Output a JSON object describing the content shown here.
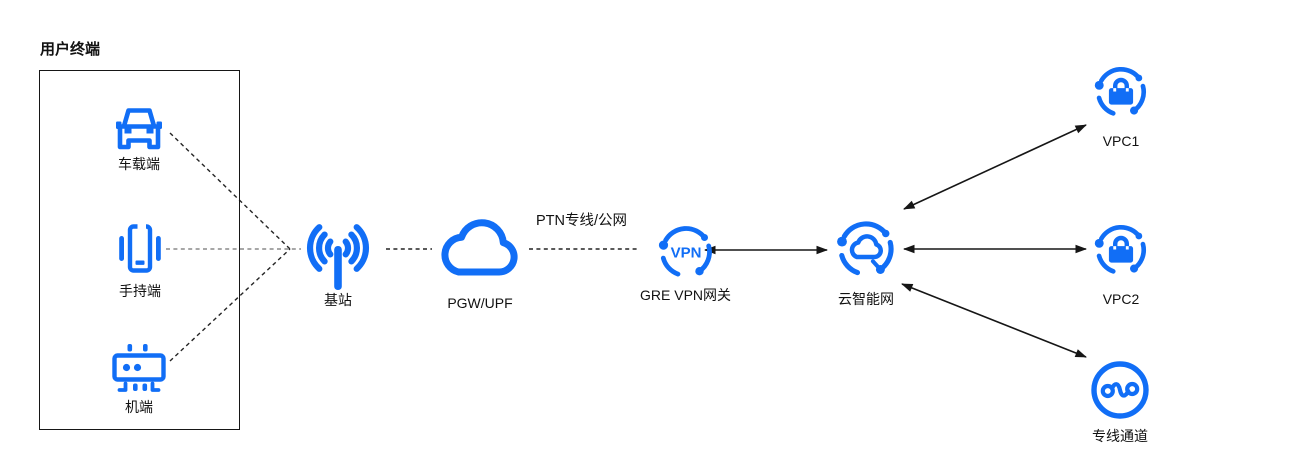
{
  "colors": {
    "icon_blue": "#116ef6",
    "line_color": "#1a1a1a",
    "text_color": "#111111"
  },
  "diagram": {
    "group": {
      "title": "用户终端"
    },
    "nodes": {
      "vehicle": {
        "label": "车载端",
        "icon": "car-icon"
      },
      "handheld": {
        "label": "手持端",
        "icon": "phone-icon"
      },
      "machine": {
        "label": "机端",
        "icon": "chip-icon"
      },
      "base_station": {
        "label": "基站",
        "icon": "antenna-icon"
      },
      "pgw_upf": {
        "label": "PGW/UPF",
        "icon": "cloud-icon"
      },
      "vpn_gateway": {
        "label": "GRE VPN网关",
        "icon": "vpn-ring-icon",
        "icon_text": "VPN"
      },
      "cloud_smart_net": {
        "label": "云智能网",
        "icon": "cloud-network-icon"
      },
      "vpc1": {
        "label": "VPC1",
        "icon": "vpc-lock-icon"
      },
      "vpc2": {
        "label": "VPC2",
        "icon": "vpc-lock-icon"
      },
      "leased_line": {
        "label": "专线通道",
        "icon": "direct-connect-icon"
      }
    },
    "edge_labels": {
      "ptn": "PTN专线/公网"
    },
    "connections": [
      {
        "from": "vehicle",
        "to": "base_station",
        "style": "dashed",
        "arrows": "none"
      },
      {
        "from": "handheld",
        "to": "base_station",
        "style": "dashed",
        "arrows": "none"
      },
      {
        "from": "machine",
        "to": "base_station",
        "style": "dashed",
        "arrows": "none"
      },
      {
        "from": "base_station",
        "to": "pgw_upf",
        "style": "dashed",
        "arrows": "none"
      },
      {
        "from": "pgw_upf",
        "to": "vpn_gateway",
        "style": "dashed",
        "arrows": "none",
        "label": "PTN专线/公网"
      },
      {
        "from": "vpn_gateway",
        "to": "cloud_smart_net",
        "style": "solid",
        "arrows": "both"
      },
      {
        "from": "cloud_smart_net",
        "to": "vpc1",
        "style": "solid",
        "arrows": "both"
      },
      {
        "from": "cloud_smart_net",
        "to": "vpc2",
        "style": "solid",
        "arrows": "both"
      },
      {
        "from": "cloud_smart_net",
        "to": "leased_line",
        "style": "solid",
        "arrows": "both"
      }
    ]
  }
}
